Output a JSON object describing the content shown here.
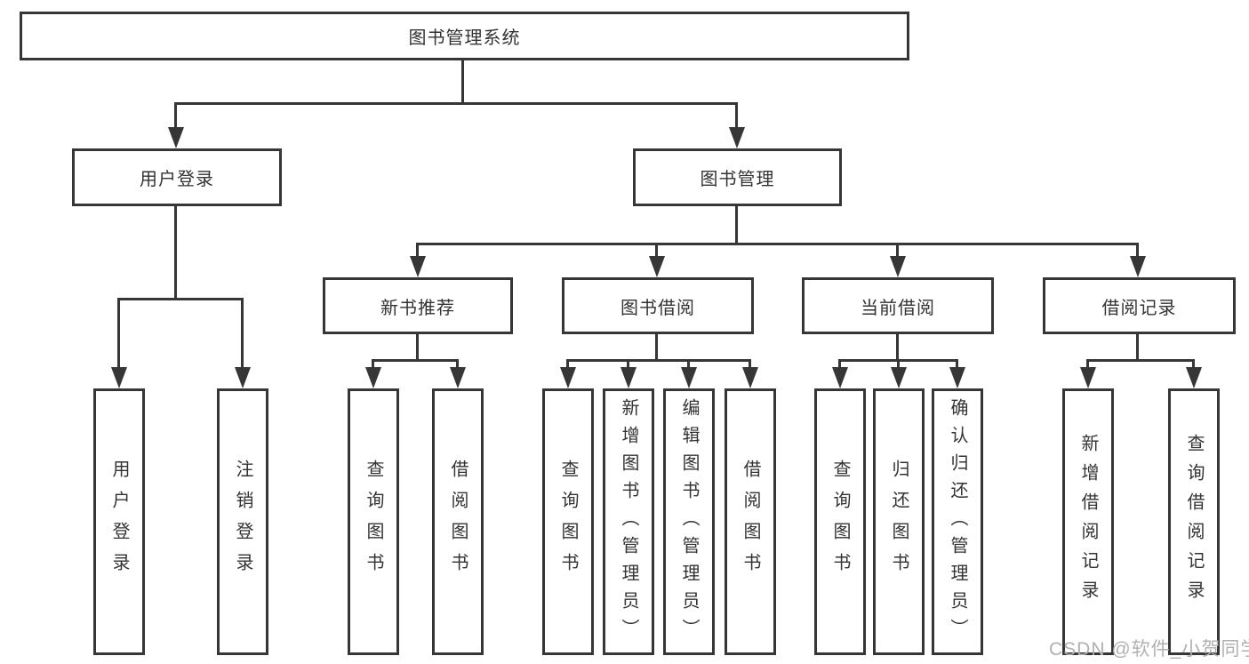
{
  "diagram": {
    "root": {
      "label": "图书管理系统"
    },
    "branches": [
      {
        "label": "用户登录",
        "children": [
          {
            "label": "用户登录"
          },
          {
            "label": "注销登录"
          }
        ]
      },
      {
        "label": "图书管理",
        "sections": [
          {
            "label": "新书推荐",
            "children": [
              {
                "label": "查询图书"
              },
              {
                "label": "借阅图书"
              }
            ]
          },
          {
            "label": "图书借阅",
            "children": [
              {
                "label": "查询图书"
              },
              {
                "label": "新增图书（管理员）"
              },
              {
                "label": "编辑图书（管理员）"
              },
              {
                "label": "借阅图书"
              }
            ]
          },
          {
            "label": "当前借阅",
            "children": [
              {
                "label": "查询图书"
              },
              {
                "label": "归还图书"
              },
              {
                "label": "确认归还（管理员）"
              }
            ]
          },
          {
            "label": "借阅记录",
            "children": [
              {
                "label": "新增借阅记录"
              },
              {
                "label": "查询借阅记录"
              }
            ]
          }
        ]
      }
    ],
    "watermark": {
      "text": "CSDN @软件_小贺同学",
      "color": "#b0b0b0"
    },
    "colors": {
      "line": "#363636",
      "text": "#333333",
      "background": "#ffffff"
    }
  }
}
